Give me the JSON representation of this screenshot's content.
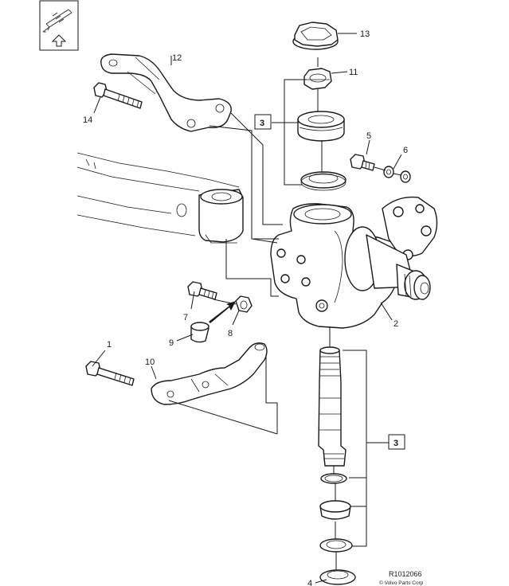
{
  "callouts": {
    "c1": "1",
    "c2": "2",
    "c3a": "3",
    "c3b": "3",
    "c4": "4",
    "c5": "5",
    "c6": "6",
    "c7": "7",
    "c8": "8",
    "c9": "9",
    "c10": "10",
    "c11": "11",
    "c12": "12",
    "c13": "13",
    "c14": "14"
  },
  "footer": {
    "ref_code": "R1012066",
    "copyright": "© Volvo Parts Corp"
  },
  "icons": {
    "orientation": "direction-arrow-icon"
  },
  "colors": {
    "line": "#1a1a1a",
    "background": "#ffffff"
  }
}
